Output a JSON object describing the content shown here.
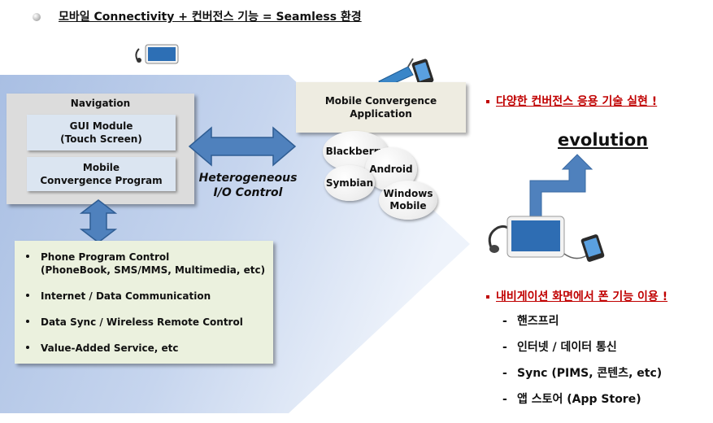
{
  "header": {
    "title": "모바일 Connectivity  +  컨버전스 기능  =  Seamless 환경"
  },
  "navigation": {
    "title": "Navigation",
    "gui_module": [
      "GUI Module",
      "(Touch Screen)"
    ],
    "mobile_program": [
      "Mobile",
      "Convergence  Program"
    ]
  },
  "io_label": [
    "Heterogeneous",
    "I/O Control"
  ],
  "features": [
    [
      "Phone Program Control",
      "(PhoneBook, SMS/MMS, Multimedia, etc)"
    ],
    [
      "Internet / Data Communication"
    ],
    [
      "Data Sync / Wireless Remote Control"
    ],
    [
      "Value-Added Service,   etc"
    ]
  ],
  "app_box": [
    "Mobile Convergence",
    "Application"
  ],
  "platforms": {
    "blackberry": "Blackberry",
    "android": "Android",
    "symbian": "Symbian",
    "windows_mobile": [
      "Windows",
      "Mobile"
    ]
  },
  "right": {
    "heading1": "다양한 컨버전스 응용 기술 실현 !",
    "evolution": "evolution",
    "heading2": "내비게이션 화면에서 폰 기능 이용 !",
    "items": [
      "핸즈프리",
      "인터넷 / 데이터 통신",
      "Sync (PIMS, 콘텐츠, etc)",
      "앱 스토어 (App Store)"
    ]
  },
  "colors": {
    "wedge": "#b8cbe9",
    "arrow_blue": "#4f81bd",
    "red": "#c00000",
    "nav_box": "#dcdcdc",
    "inner_box": "#dbe5f1",
    "list_box": "#ebf1de",
    "app_box": "#eeece1"
  },
  "icons": [
    "navigation-device-icon",
    "mobile-phone-icon",
    "headset-icon"
  ]
}
